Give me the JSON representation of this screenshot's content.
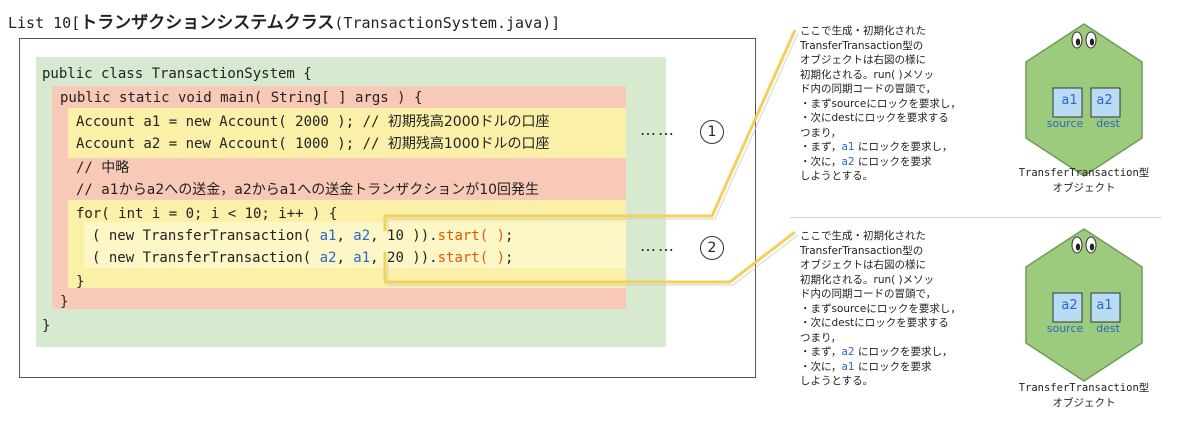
{
  "title": {
    "prefix": "List 10[",
    "main": "トランザクションシステムクラス",
    "file": "(TransactionSystem.java)]"
  },
  "code": {
    "l1": "public class TransactionSystem {",
    "l2": "public static void main( String[ ] args ) {",
    "l3a": "Account a1 = new Account( 2000 ); // ",
    "l3b": "初期残高2000ドルの口座",
    "l4a": "Account a2 = new Account( 1000 ); // ",
    "l4b": "初期残高1000ドルの口座",
    "l5a": "// ",
    "l5b": "中略",
    "l6a": "// ",
    "l6b": "a1からa2への送金，a2からa1への送金トランザクションが10回発生",
    "l7": "for( int i = 0; i < 10; i++ ) {",
    "l8": {
      "pre": "( new TransferTransaction( ",
      "v1": "a1",
      "sep1": ", ",
      "v2": "a2",
      "mid": ", 10 )).",
      "call": "start( )",
      "end": ";"
    },
    "l9": {
      "pre": "( new TransferTransaction( ",
      "v1": "a2",
      "sep1": ", ",
      "v2": "a1",
      "mid": ", 20 )).",
      "call": "start( )",
      "end": ";"
    },
    "l10": "}",
    "l11": "}",
    "l12": "}"
  },
  "markers": {
    "dots": "……",
    "m1": "1",
    "m2": "2"
  },
  "notes": [
    {
      "lines": [
        "ここで生成・初期化された",
        "TransferTransaction型の",
        "オブジェクトは右図の様に",
        "初期化される。run( )メソッ",
        "ド内の同期コードの冒頭で，",
        "・まずsourceにロックを要求し，",
        "・次にdestにロックを要求する",
        "つまり，"
      ],
      "l9a": "・まず，",
      "l9v": "a1",
      "l9b": " にロックを要求し，",
      "l10a": "・次に，",
      "l10v": "a2",
      "l10b": " にロックを要求",
      "l11": "しようとする。"
    },
    {
      "lines": [
        "ここで生成・初期化された",
        "TransferTransaction型の",
        "オブジェクトは右図の様に",
        "初期化される。run( )メソッ",
        "ド内の同期コードの冒頭で，",
        "・まずsourceにロックを要求し，",
        "・次にdestにロックを要求する",
        "つまり，"
      ],
      "l9a": "・まず，",
      "l9v": "a2",
      "l9b": " にロックを要求し，",
      "l10a": "・次に，",
      "l10v": "a1",
      "l10b": " にロックを要求",
      "l11": "しようとする。"
    }
  ],
  "objects": [
    {
      "left_value": "a1",
      "right_value": "a2",
      "left_field": "source",
      "right_field": "dest",
      "label1": "TransferTransaction型",
      "label2": "オブジェクト"
    },
    {
      "left_value": "a2",
      "right_value": "a1",
      "left_field": "source",
      "right_field": "dest",
      "label1": "TransferTransaction型",
      "label2": "オブジェクト"
    }
  ],
  "colors": {
    "hex_fill": "#9ccb7e",
    "hex_stroke": "#6f9a59",
    "field_box": "#b9dcf2",
    "var_blue": "#2a66c9",
    "call_orange": "#e05a00",
    "callout_line": "#f2d15a"
  }
}
